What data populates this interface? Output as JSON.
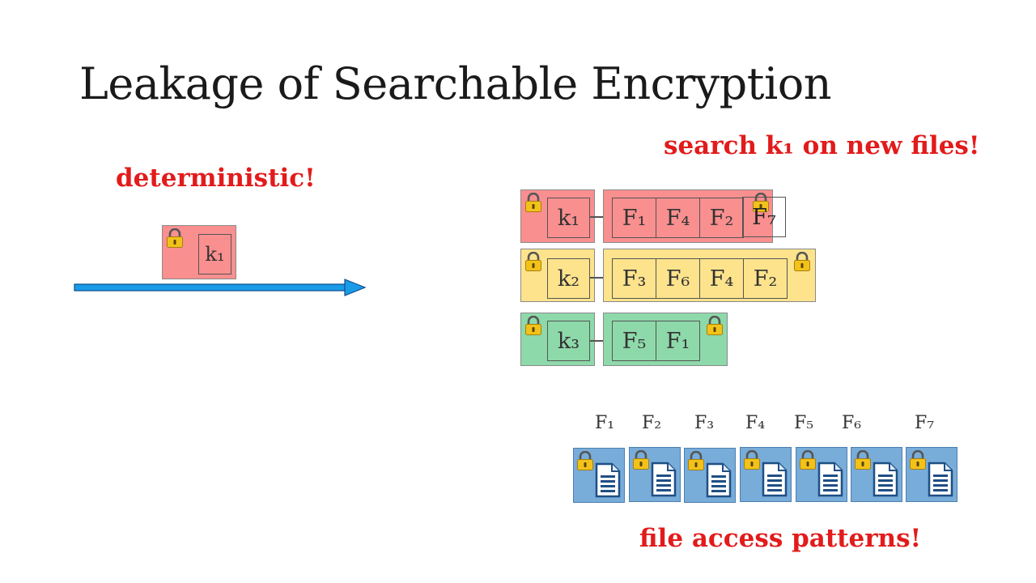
{
  "title": "Leakage of Searchable Encryption",
  "notes": {
    "deterministic": "deterministic!",
    "search_new_files": "search k₁ on new files!",
    "file_access": "file access patterns!"
  },
  "token": {
    "label": "k₁"
  },
  "index_rows": [
    {
      "key": "k₁",
      "color": "#f98f8f",
      "files": [
        "F₁",
        "F₄",
        "F₂"
      ],
      "new_file": "F₇"
    },
    {
      "key": "k₂",
      "color": "#fde38c",
      "files": [
        "F₃",
        "F₆",
        "F₄",
        "F₂"
      ]
    },
    {
      "key": "k₃",
      "color": "#8ed9aa",
      "files": [
        "F₅",
        "F₁"
      ]
    }
  ],
  "encrypted_files": [
    "F₁",
    "F₂",
    "F₃",
    "F₄",
    "F₅",
    "F₆",
    "F₇"
  ],
  "colors": {
    "accent_red": "#e21b1b",
    "arrow_blue": "#1a9be8",
    "file_blue": "#78acd9",
    "lock_gold": "#f2c21b"
  },
  "icons": [
    "lock-icon",
    "document-icon",
    "arrow-right-icon"
  ]
}
